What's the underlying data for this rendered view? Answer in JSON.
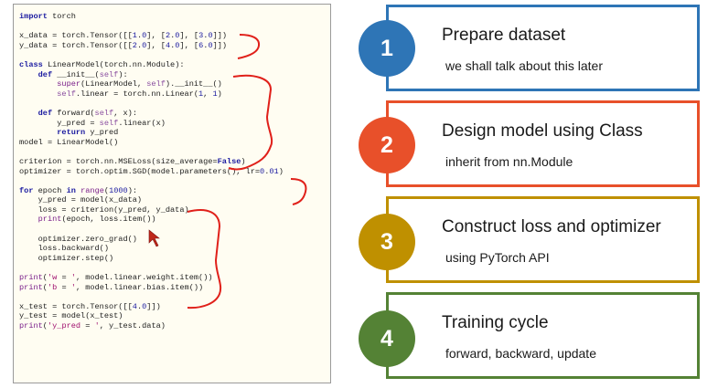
{
  "code_panel": {
    "lines": [
      "import torch",
      "",
      "x_data = torch.Tensor([[1.0], [2.0], [3.0]])",
      "y_data = torch.Tensor([[2.0], [4.0], [6.0]])",
      "",
      "class LinearModel(torch.nn.Module):",
      "    def __init__(self):",
      "        super(LinearModel, self).__init__()",
      "        self.linear = torch.nn.Linear(1, 1)",
      "",
      "    def forward(self, x):",
      "        y_pred = self.linear(x)",
      "        return y_pred",
      "model = LinearModel()",
      "",
      "criterion = torch.nn.MSELoss(size_average=False)",
      "optimizer = torch.optim.SGD(model.parameters(), lr=0.01)",
      "",
      "for epoch in range(1000):",
      "    y_pred = model(x_data)",
      "    loss = criterion(y_pred, y_data)",
      "    print(epoch, loss.item())",
      "",
      "    optimizer.zero_grad()",
      "    loss.backward()",
      "    optimizer.step()",
      "",
      "print('w = ', model.linear.weight.item())",
      "print('b = ', model.linear.bias.item())",
      "",
      "x_test = torch.Tensor([[4.0]])",
      "y_test = model(x_test)",
      "print('y_pred = ', y_test.data)"
    ]
  },
  "steps": [
    {
      "number": "1",
      "title": "Prepare dataset",
      "subtitle": "we shall talk about this later",
      "color": "#2e75b6"
    },
    {
      "number": "2",
      "title": "Design model using Class",
      "subtitle": "inherit from nn.Module",
      "color": "#e8502a"
    },
    {
      "number": "3",
      "title": "Construct loss and optimizer",
      "subtitle": "using PyTorch API",
      "color": "#bf9000"
    },
    {
      "number": "4",
      "title": "Training cycle",
      "subtitle": "forward, backward, update",
      "color": "#548235"
    }
  ],
  "colors": {
    "annotation_ink": "#e0201a",
    "code_background": "#fffdf2"
  }
}
